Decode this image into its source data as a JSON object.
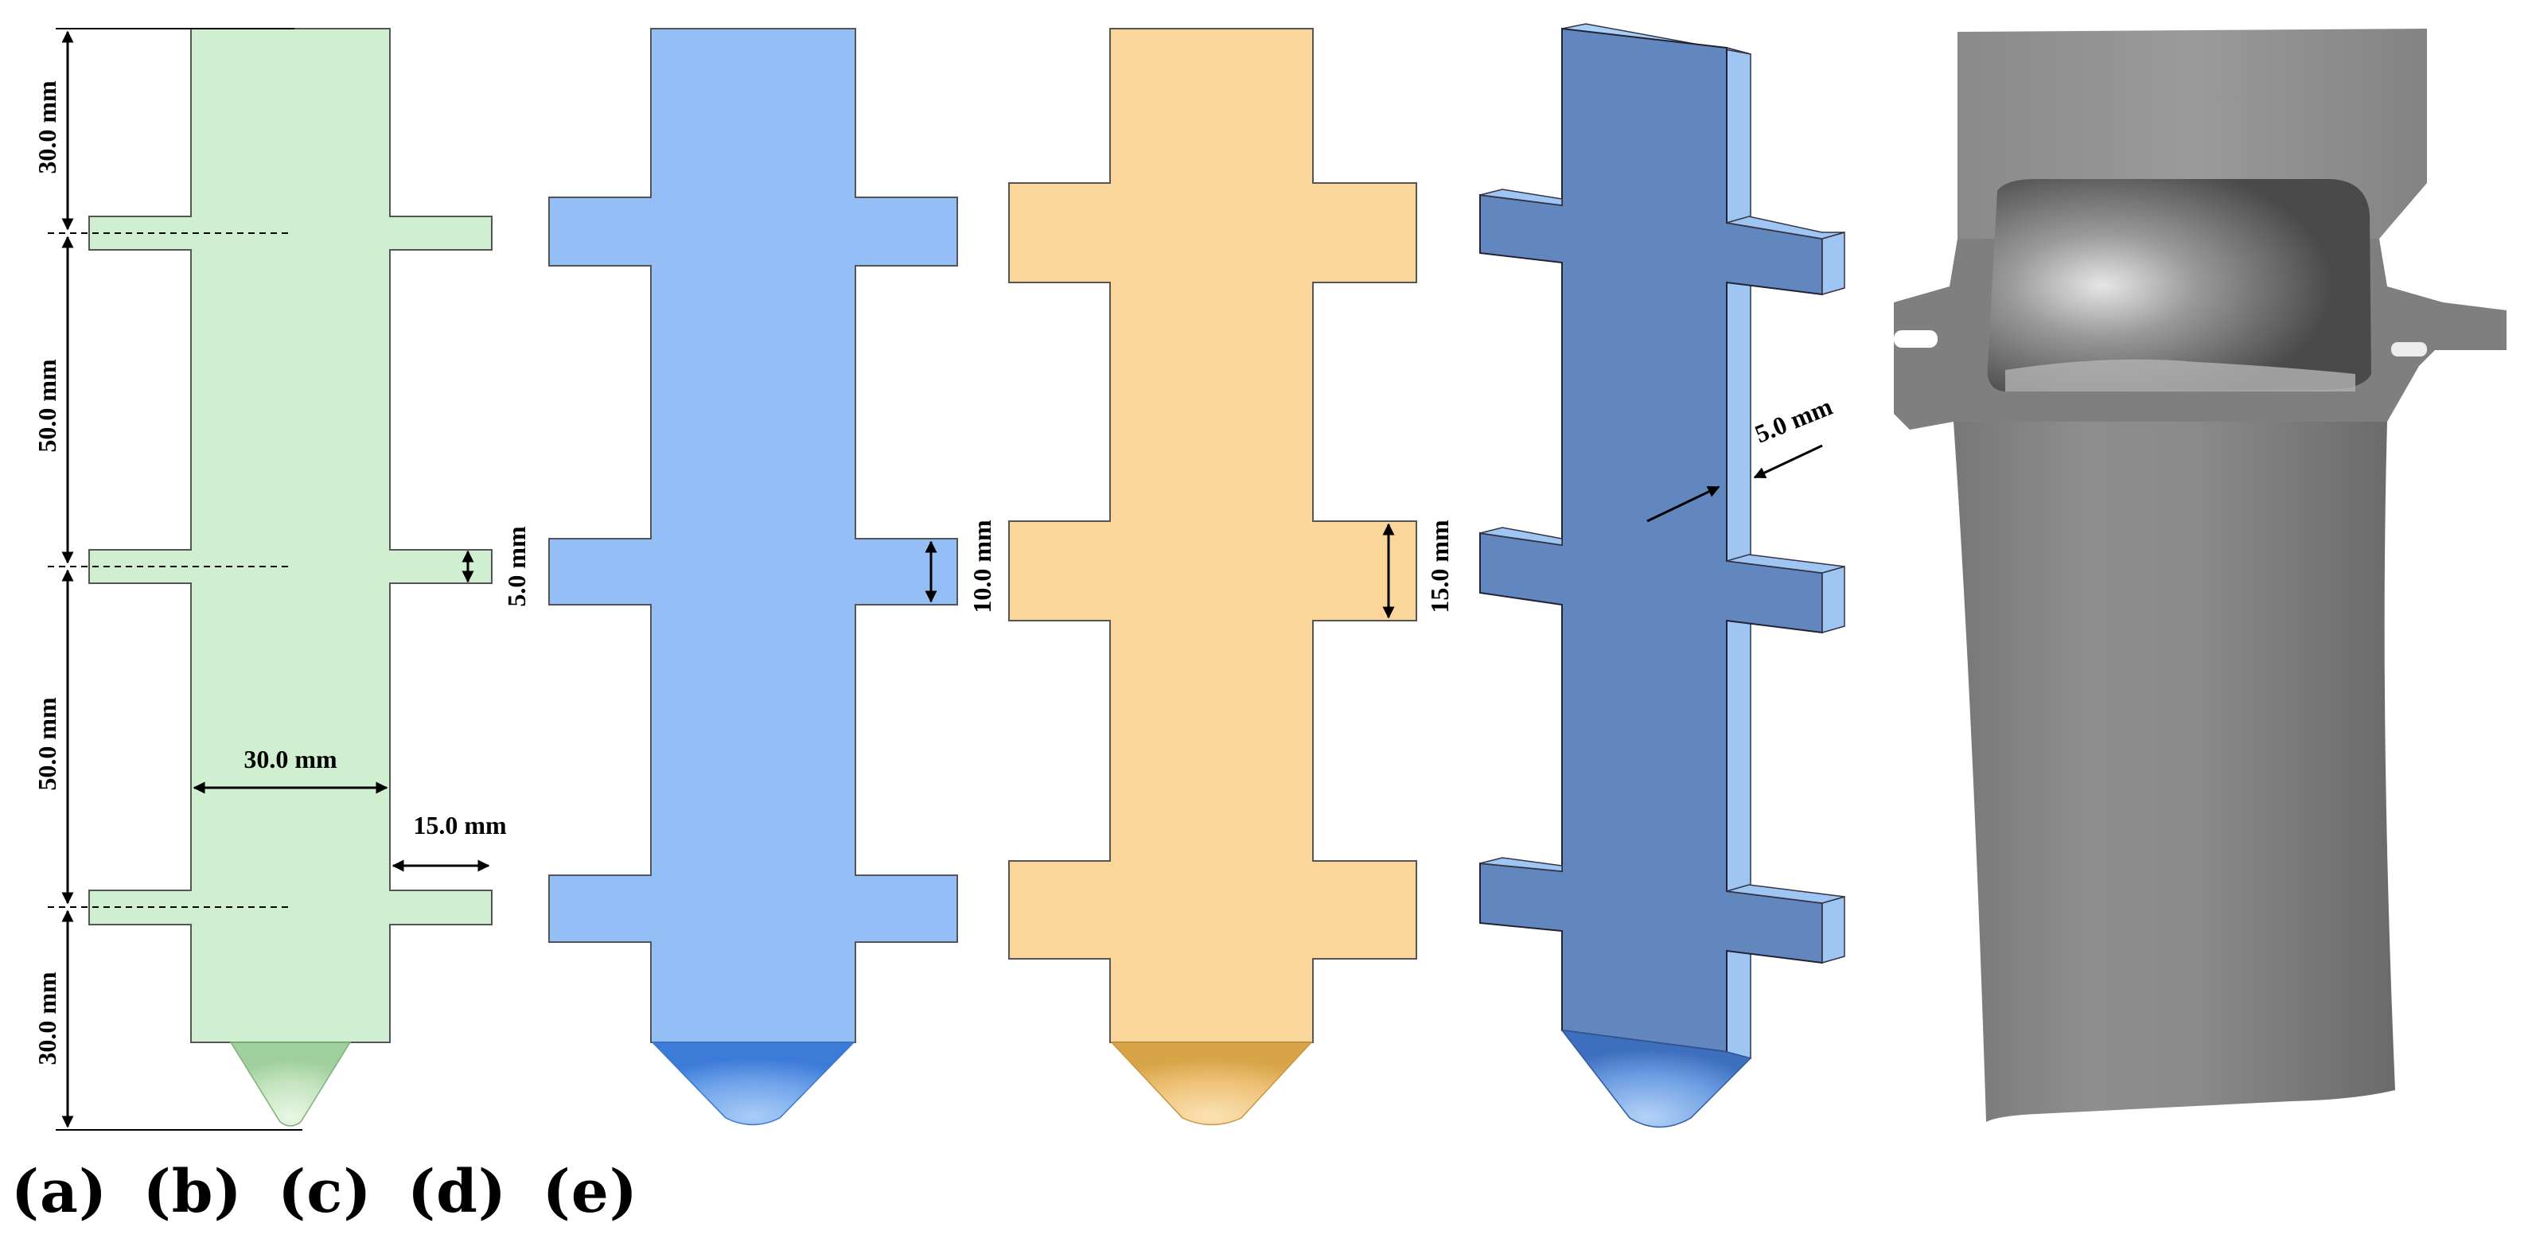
{
  "figure": {
    "dimensions": {
      "top_gap": "30.0 mm",
      "middle_gap_1": "50.0 mm",
      "middle_gap_2": "50.0 mm",
      "bottom_gap": "30.0 mm",
      "body_width": "30.0 mm",
      "rib_length": "15.0 mm",
      "rib_thickness_a": "5.0 mm",
      "rib_thickness_b": "10.0 mm",
      "rib_thickness_c": "15.0 mm",
      "rib_depth_d": "5.0 mm"
    },
    "panel_labels": [
      "(a)",
      "(b)",
      "(c)",
      "(d)",
      "(e)"
    ],
    "colors": {
      "green": "#d0eed0",
      "blue": "#94bff6",
      "orange": "#fbd69a",
      "dark_blue": "#6287be",
      "light_blue_face": "#9fc6f2",
      "gray": "#7d7d7d"
    }
  }
}
